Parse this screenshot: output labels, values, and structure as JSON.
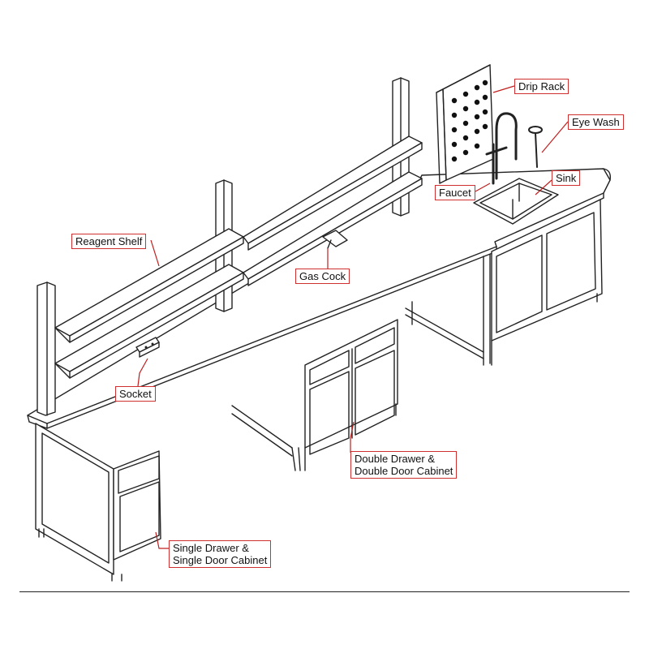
{
  "callouts": {
    "drip_rack": "Drip Rack",
    "eye_wash": "Eye Wash",
    "sink": "Sink",
    "faucet": "Faucet",
    "reagent_shelf": "Reagent Shelf",
    "gas_cock": "Gas Cock",
    "socket": "Socket",
    "double_cabinet_line1": "Double Drawer &",
    "double_cabinet_line2": "Double Door Cabinet",
    "single_cabinet_line1": "Single Drawer &",
    "single_cabinet_line2": "Single Door Cabinet"
  },
  "colors": {
    "line": "#222222",
    "callout_border": "#d03030",
    "leader": "#c02020",
    "background": "#ffffff"
  }
}
